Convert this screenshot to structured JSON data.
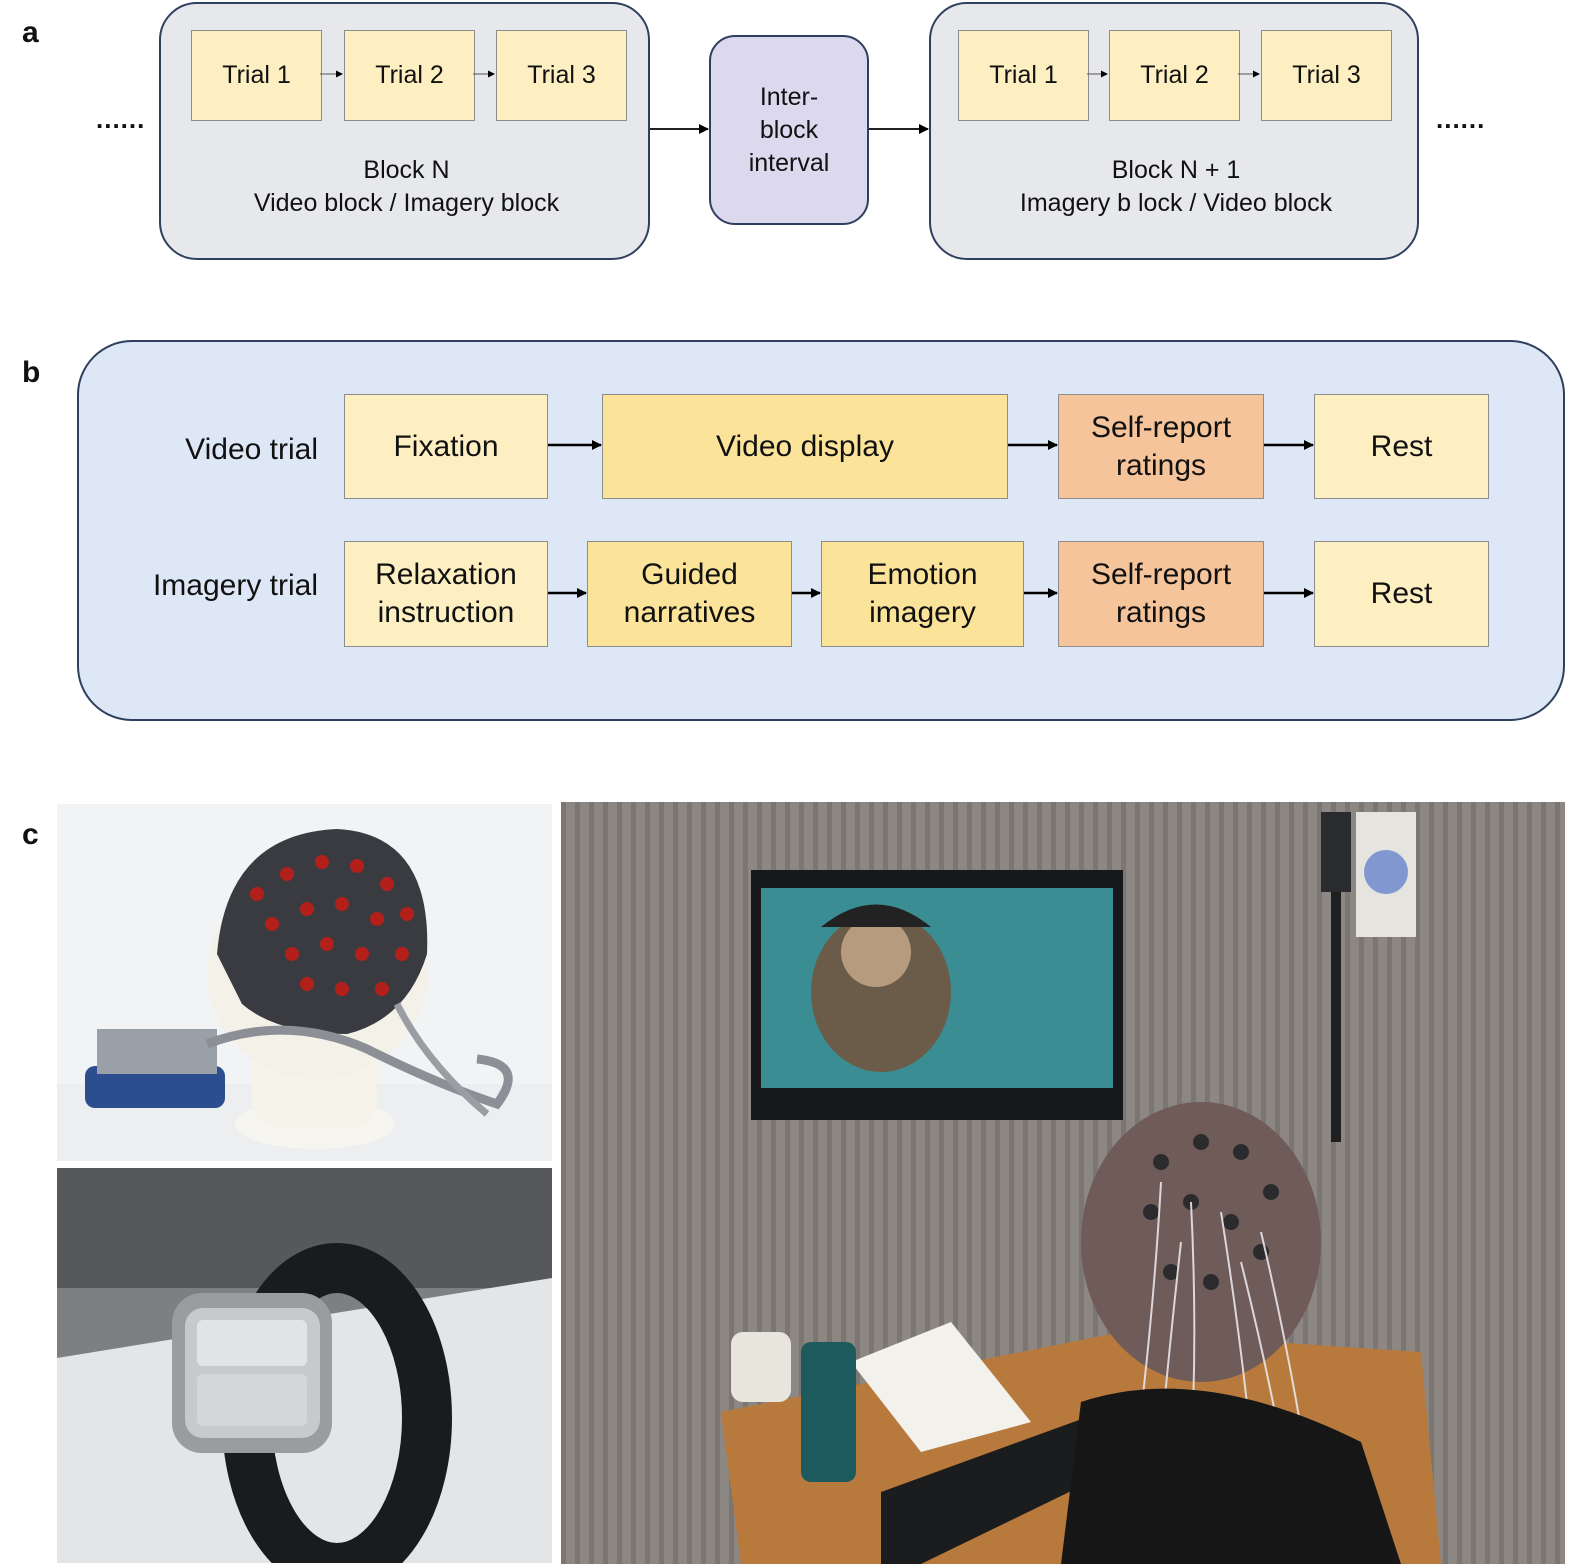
{
  "panel_a": {
    "label": "a",
    "ellipsis_left": "......",
    "ellipsis_right": "......",
    "block_n": {
      "trials": [
        "Trial 1",
        "Trial 2",
        "Trial 3"
      ],
      "title": "Block N",
      "subtitle": "Video block / Imagery block"
    },
    "interval": {
      "line1": "Inter-",
      "line2": "block",
      "line3": "interval"
    },
    "block_n1": {
      "trials": [
        "Trial 1",
        "Trial 2",
        "Trial 3"
      ],
      "title": "Block N + 1",
      "subtitle": "Imagery b lock / Video block"
    }
  },
  "panel_b": {
    "label": "b",
    "video_trial": {
      "label": "Video trial",
      "steps": [
        {
          "l1": "Fixation",
          "l2": ""
        },
        {
          "l1": "Video display",
          "l2": ""
        },
        {
          "l1": "Self-report",
          "l2": "ratings"
        },
        {
          "l1": "Rest",
          "l2": ""
        }
      ]
    },
    "imagery_trial": {
      "label": "Imagery  trial",
      "steps": [
        {
          "l1": "Relaxation",
          "l2": "instruction"
        },
        {
          "l1": "Guided",
          "l2": "narratives"
        },
        {
          "l1": "Emotion",
          "l2": "imagery"
        },
        {
          "l1": "Self-report",
          "l2": "ratings"
        },
        {
          "l1": "Rest",
          "l2": ""
        }
      ]
    },
    "colors": {
      "light": "#fdefc1",
      "mid": "#fbe49a",
      "orange": "#f5c49a",
      "panel": "#dde7f5"
    }
  },
  "panel_c": {
    "label": "c",
    "photos": [
      "eeg-cap-photo",
      "wristband-device-photo",
      "experiment-room-photo"
    ]
  }
}
